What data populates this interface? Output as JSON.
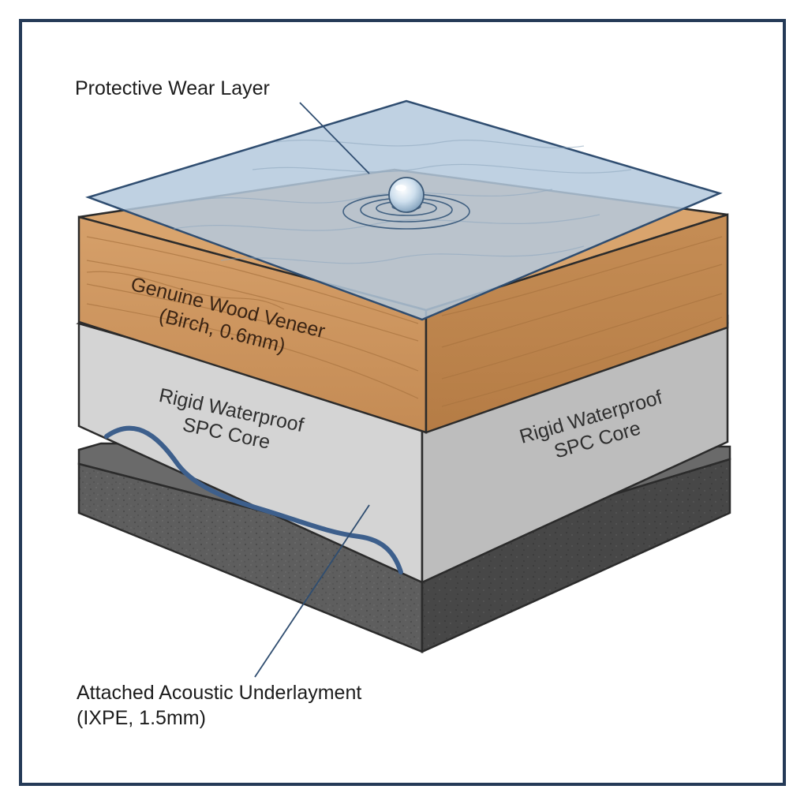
{
  "diagram": {
    "layers": {
      "wear": {
        "label": "Protective Wear Layer",
        "color": "#a9c3dd"
      },
      "veneer": {
        "lines": [
          "Genuine Wood Veneer",
          "(Birch, 0.6mm)"
        ],
        "color": "#c9935d"
      },
      "core": {
        "front_lines": [
          "Rigid Waterproof",
          "SPC Core"
        ],
        "side_lines": [
          "Rigid Waterproof",
          "SPC Core"
        ],
        "color": "#cfcfcf"
      },
      "underlayment": {
        "lines": [
          "Attached Acoustic Underlayment",
          "(IXPE, 1.5mm)"
        ],
        "color": "#5a5a5a"
      }
    },
    "colors": {
      "frame": "#253a57",
      "outline": "#2b2b2b",
      "leader": "#2f4d70",
      "wave": "#3d5f8c"
    }
  }
}
